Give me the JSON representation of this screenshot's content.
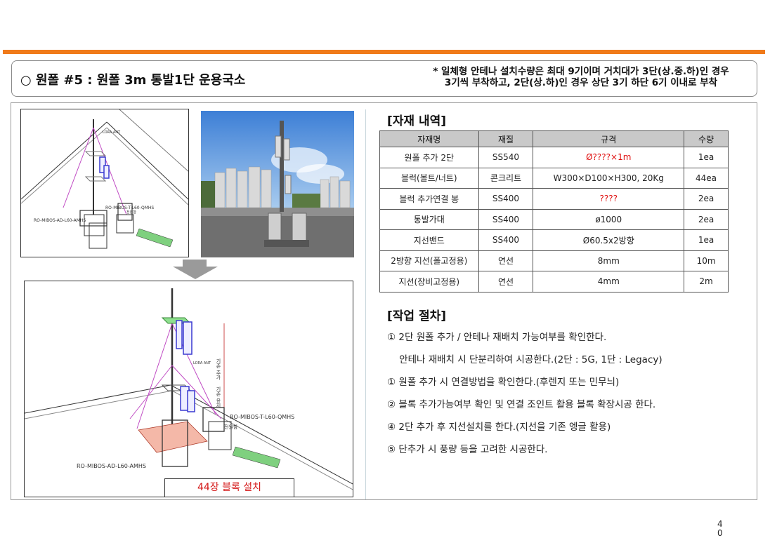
{
  "title": {
    "main": "○ 원폴 #5 : 원폴 3m 통발1단 운용국소",
    "note_line1": "* 일체형 안테나 설치수량은 최대 9기이며 거치대가 3단(상.중.하)인 경우",
    "note_line2": "3기씩 부착하고, 2단(상.하)인 경우 상단 3기 하단 6기 이내로 부착"
  },
  "drawing_top": {
    "label_lora": "LORA ANT",
    "label_mibos_t": "RO-MIBOS-T-L60-QMHS",
    "label_mibos_ad": "RO-MIBOS-AD-L60-AMHS",
    "label_power": "전원함"
  },
  "drawing_bottom": {
    "label_lora": "LORA ANT",
    "label_mibos_t": "RO-MIBOS-T-L60-QMHS",
    "label_mibos_ad": "RO-MIBOS-AD-L60-AMHS",
    "label_power": "전원함",
    "label_stage_upper": "기존 추가",
    "label_stage_lower": "기존 유지"
  },
  "callout": "44장 블록 설치",
  "materials": {
    "heading": "[자재 내역]",
    "headers": [
      "자재명",
      "재질",
      "규격",
      "수량"
    ],
    "rows": [
      [
        "원폴 추가 2단",
        "SS540",
        "Ø????×1m",
        "1ea"
      ],
      [
        "블럭(볼트/너트)",
        "콘크리트",
        "W300×D100×H300, 20Kg",
        "44ea"
      ],
      [
        "블럭 추가연결 봉",
        "SS400",
        "????",
        "2ea"
      ],
      [
        "통발가대",
        "SS400",
        "ø1000",
        "2ea"
      ],
      [
        "지선밴드",
        "SS400",
        "Ø60.5x2방향",
        "1ea"
      ],
      [
        "2방향 지선(폴고정용)",
        "연선",
        "8mm",
        "10m"
      ],
      [
        "지선(장비고정용)",
        "연선",
        "4mm",
        "2m"
      ]
    ]
  },
  "procedure": {
    "heading": "[작업 절차]",
    "steps": [
      "①  2단 원폴 추가 / 안테나 재배치 가능여부를 확인한다.",
      "    안테나 재배치 시 단분리하여 시공한다.(2단 : 5G, 1단 : Legacy)",
      "①  원폴 추가 시 연결방법을 확인한다.(후렌지 또는 민무늬)",
      "②  블록 추가가능여부 확인 및 연결 조인트 활용 블록 확장시공 한다.",
      "④ 2단 추가 후 지선설치를 한다.(지선을 기존 엥글 활용)",
      "⑤ 단추가 시 풍량 등을 고려한 시공한다."
    ]
  },
  "page_number": "40",
  "colors": {
    "accent_rule": "#f07a1a",
    "table_header": "#c9c9c9",
    "red_text": "#e01010"
  }
}
